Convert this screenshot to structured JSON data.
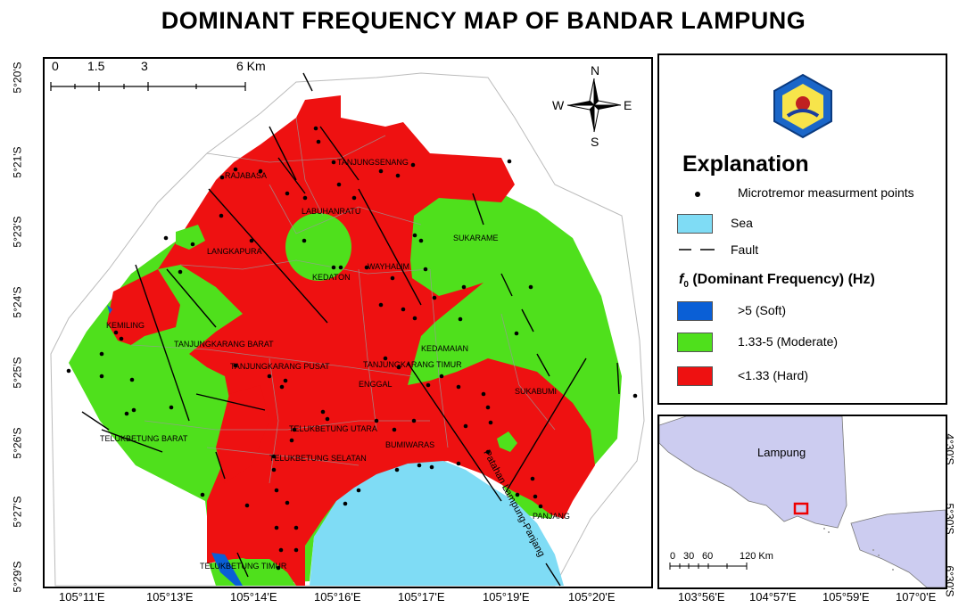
{
  "title": "DOMINANT FREQUENCY MAP OF BANDAR LAMPUNG",
  "scale_bar": {
    "labels": [
      "0",
      "1.5",
      "3",
      "6 Km"
    ]
  },
  "north_arrow": {
    "n": "N",
    "s": "S",
    "e": "E",
    "w": "W"
  },
  "lat_labels": [
    "5°20'S",
    "5°21'S",
    "5°23'S",
    "5°24'S",
    "5°25'S",
    "5°26'S",
    "5°27'S",
    "5°29'S"
  ],
  "lon_labels": [
    "105°11'E",
    "105°13'E",
    "105°14'E",
    "105°16'E",
    "105°17'E",
    "105°19'E",
    "105°20'E"
  ],
  "districts": [
    "RAJABASA",
    "TANJUNGSENANG",
    "LABUHANRATU",
    "SUKARAME",
    "LANGKAPURA",
    "KEDATON",
    "WAYHALIM",
    "KEMILING",
    "TANJUNGKARANG BARAT",
    "KEDAMAIAN",
    "TANJUNGKARANG PUSAT",
    "TANJUNGKARANG TIMUR",
    "ENGGAL",
    "SUKABUMI",
    "TELUKBETUNG UTARA",
    "TELUKBETUNG BARAT",
    "BUMIWARAS",
    "TELUKBETUNG SELATAN",
    "PANJANG",
    "TELUKBETUNG TIMUR",
    "Patahan Lampung-Panjang"
  ],
  "legend": {
    "title": "Explanation",
    "points": "Microtremor measurment points",
    "sea": "Sea",
    "fault": "Fault",
    "freq_prefix": "f",
    "freq_sub": "0",
    "freq_title": " (Dominant Frequency) (Hz)",
    "classes": [
      {
        "label": ">5 (Soft)",
        "color": "#0a5fd6"
      },
      {
        "label": "1.33-5  (Moderate)",
        "color": "#4fe01c"
      },
      {
        "label": "<1.33 (Hard)",
        "color": "#ee1111"
      }
    ],
    "sea_color": "#7fdcf5"
  },
  "inset": {
    "label": "Lampung",
    "scale_labels": [
      "0",
      "30",
      "60",
      "120 Km"
    ],
    "lat_labels": [
      "4°30'S",
      "5°30'S",
      "6°30'S"
    ],
    "lon_labels": [
      "103°56'E",
      "104°57'E",
      "105°59'E",
      "107°0'E"
    ],
    "land_color": "#ccccf0"
  }
}
